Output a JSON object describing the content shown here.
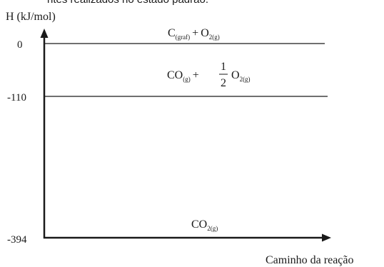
{
  "header_text": "ntes realizados no estado padrão.",
  "y_axis_label": "H (kJ/mol)",
  "x_axis_label": "Caminho da reação",
  "levels": [
    {
      "value": 0,
      "tick_label": "0",
      "species": [
        {
          "symbol": "C",
          "subscript": "(graf)"
        },
        {
          "symbol": "O",
          "subscript": "2(g)"
        }
      ],
      "operator": "+"
    },
    {
      "value": -110,
      "tick_label": "-110",
      "species": [
        {
          "symbol": "CO",
          "subscript": "(g)"
        },
        {
          "symbol": "O",
          "subscript": "2(g)"
        }
      ],
      "operator": "+",
      "coefficient": {
        "numerator": "1",
        "denominator": "2"
      }
    },
    {
      "value": -394,
      "tick_label": "-394",
      "species": [
        {
          "symbol": "CO",
          "subscript": "2(g)"
        }
      ]
    }
  ],
  "colors": {
    "line": "#1a1a1a",
    "text": "#1a1a1a",
    "background": "#ffffff"
  }
}
